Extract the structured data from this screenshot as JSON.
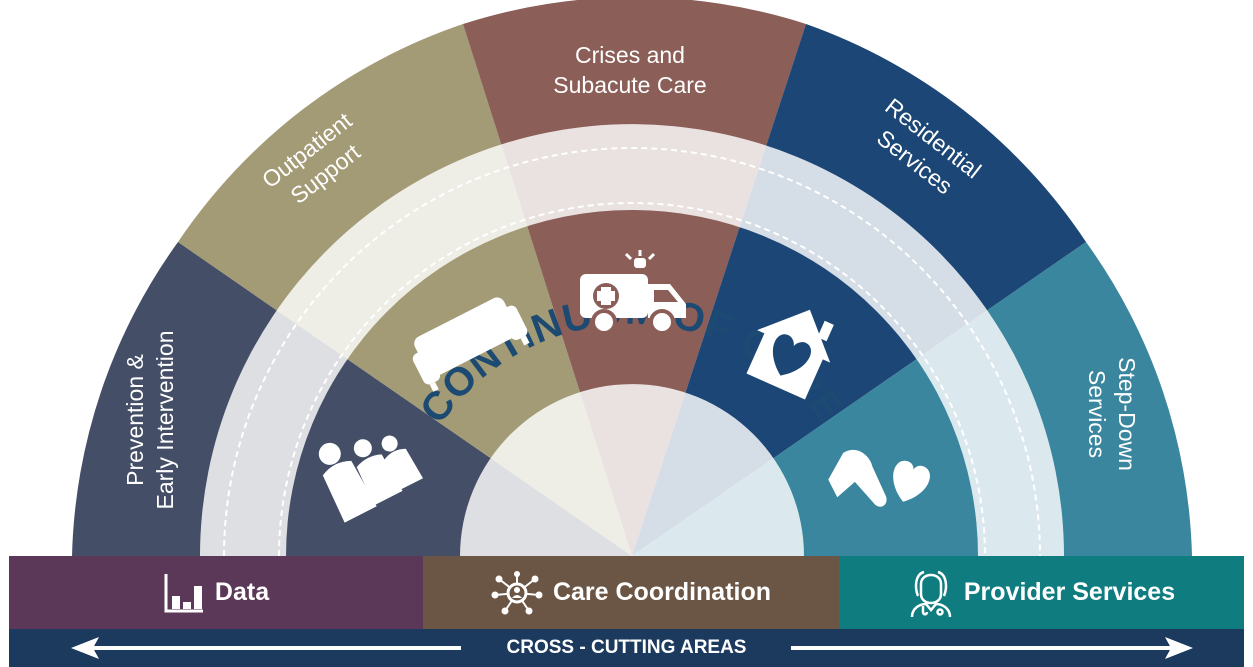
{
  "diagram": {
    "title": "CONTINUUM OF CARE",
    "segments": [
      {
        "id": "prevention",
        "lines": [
          "Prevention &",
          "Early Intervention"
        ],
        "color": "#444f67",
        "icon": "family-icon"
      },
      {
        "id": "outpatient",
        "lines": [
          "Outpatient",
          "Support"
        ],
        "color": "#a39a76",
        "icon": "couch-icon"
      },
      {
        "id": "crisis",
        "lines": [
          "Crises and",
          "Subacute Care"
        ],
        "color": "#8b5e58",
        "icon": "ambulance-icon"
      },
      {
        "id": "residential",
        "lines": [
          "Residential",
          "Services"
        ],
        "color": "#1b4675",
        "icon": "house-heart-icon"
      },
      {
        "id": "stepdown",
        "lines": [
          "Step-Down",
          "Services"
        ],
        "color": "#3a869e",
        "icon": "hand-heart-icon"
      }
    ]
  },
  "bars": {
    "data_label": "Data",
    "data_icon": "bar-chart-icon",
    "coord_label": "Care Coordination",
    "coord_icon": "network-icon",
    "provider_label": "Provider Services",
    "provider_icon": "doctor-icon",
    "colors": {
      "data": "#5b3857",
      "coord": "#6b5544",
      "provider": "#0f7c80"
    }
  },
  "cross_cutting": {
    "label": "CROSS - CUTTING AREAS",
    "color": "#1b3a5e"
  }
}
